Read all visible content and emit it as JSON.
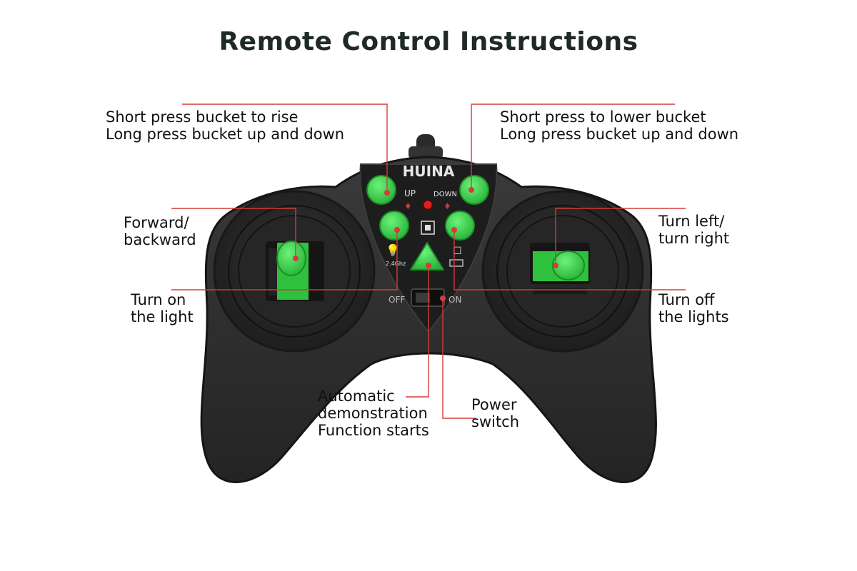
{
  "title": "Remote Control Instructions",
  "brand": "HUINA",
  "controller_labels": {
    "up": "UP",
    "down": "DOWN",
    "frequency": "2.4Ghz",
    "off": "OFF",
    "on": "ON"
  },
  "callouts": {
    "bucket_up": [
      "Short press bucket to rise",
      "Long press bucket up and down"
    ],
    "bucket_down": [
      "Short press to lower bucket",
      "Long press bucket up and down"
    ],
    "forward_backward": [
      "Forward/",
      "backward"
    ],
    "turn": [
      "Turn left/",
      "turn right"
    ],
    "light_on": [
      "Turn on",
      "the light"
    ],
    "light_off": [
      "Turn off",
      "the lights"
    ],
    "auto_demo": [
      "Automatic",
      "demonstration",
      "Function starts"
    ],
    "power": [
      "Power",
      "switch"
    ]
  },
  "colors": {
    "body": "#2b2b2b",
    "body_edge": "#3e3e3e",
    "button_green": "#3fd94f",
    "leader_line": "#d63a3a",
    "text": "#111111"
  }
}
